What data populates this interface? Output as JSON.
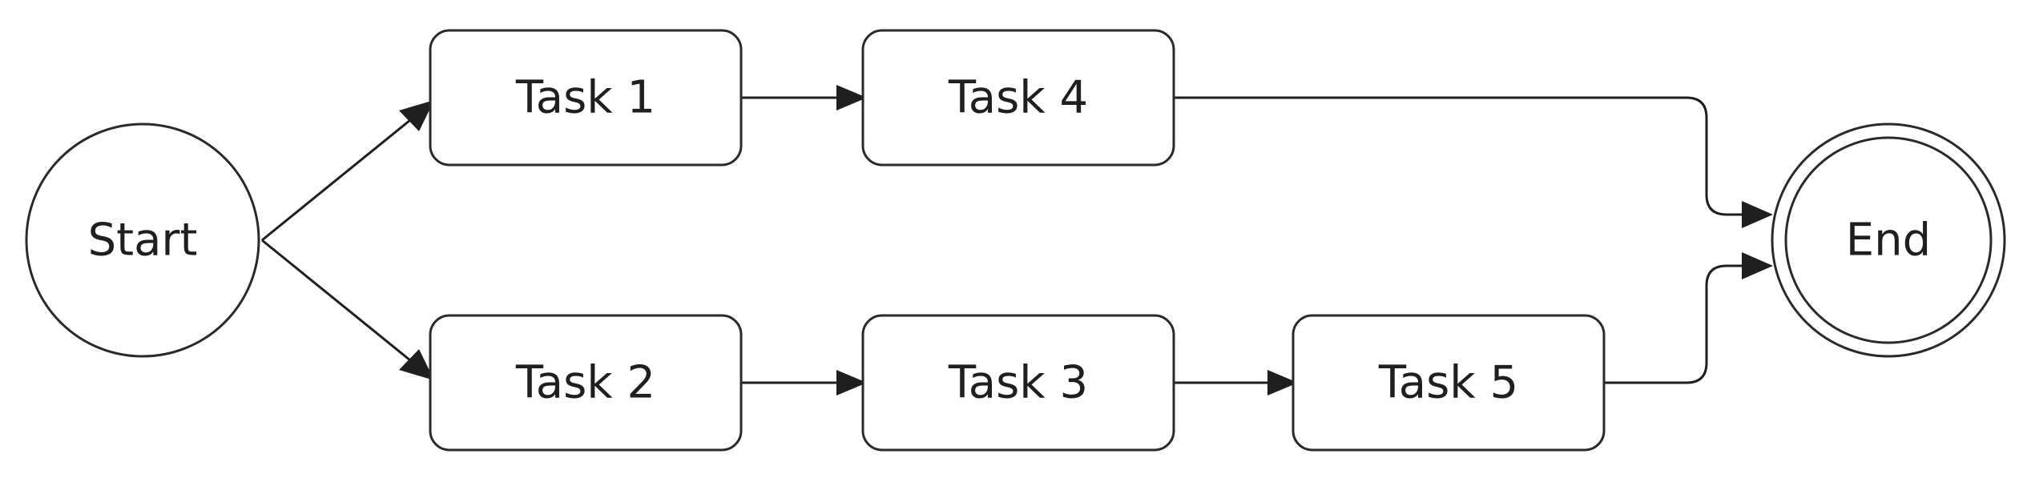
{
  "nodes": {
    "start": "Start",
    "task1": "Task 1",
    "task2": "Task 2",
    "task3": "Task 3",
    "task4": "Task 4",
    "task5": "Task 5",
    "end": "End"
  },
  "edges": [
    {
      "from": "start",
      "to": "task1"
    },
    {
      "from": "start",
      "to": "task2"
    },
    {
      "from": "task1",
      "to": "task4"
    },
    {
      "from": "task2",
      "to": "task3"
    },
    {
      "from": "task3",
      "to": "task5"
    },
    {
      "from": "task4",
      "to": "end"
    },
    {
      "from": "task5",
      "to": "end"
    }
  ],
  "colors": {
    "stroke": "#2a2a2a",
    "text": "#1f1f1f",
    "background": "#ffffff"
  }
}
